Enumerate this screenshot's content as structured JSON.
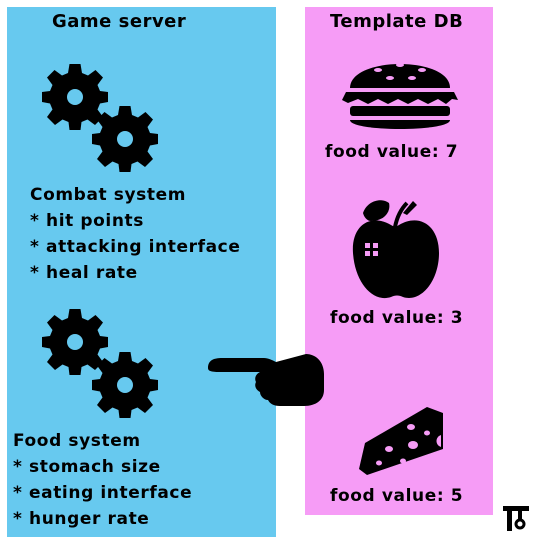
{
  "game_server": {
    "title": "Game server",
    "combat_system": {
      "heading": "Combat system",
      "items": [
        "* hit points",
        "* attacking interface",
        "* heal rate"
      ]
    },
    "food_system": {
      "heading": "Food system",
      "items": [
        "* stomach size",
        "* eating interface",
        "* hunger rate"
      ]
    }
  },
  "template_db": {
    "title": "Template DB",
    "items": [
      {
        "icon": "burger-icon",
        "label": "food value: 7"
      },
      {
        "icon": "apple-icon",
        "label": "food value: 3"
      },
      {
        "icon": "cheese-icon",
        "label": "food value: 5"
      }
    ]
  },
  "icons": [
    "gear-icon",
    "pointing-hand-icon",
    "logo-icon"
  ],
  "colors": {
    "game_server_bg": "#67c9ef",
    "template_db_bg": "#f69cf6",
    "icon": "#000000"
  }
}
